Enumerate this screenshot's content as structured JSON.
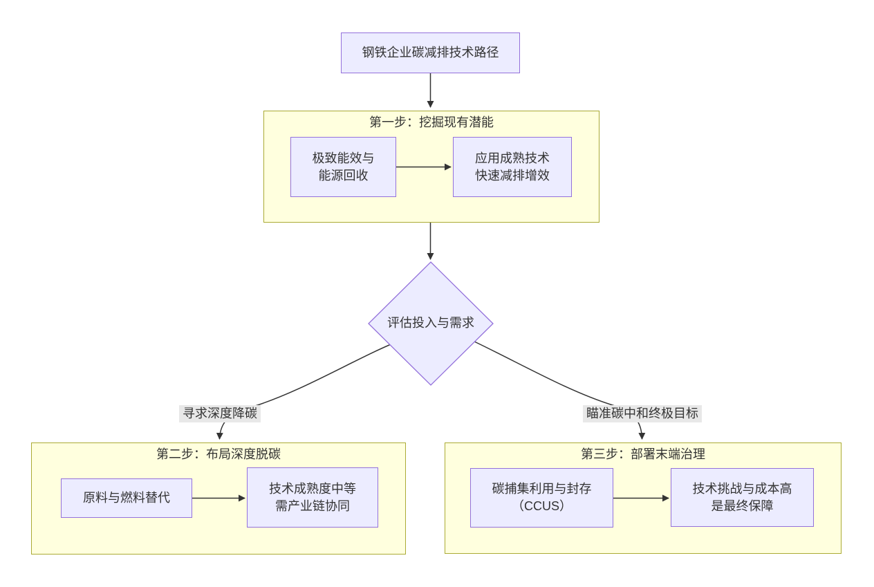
{
  "colors": {
    "node_fill": "#ECECFF",
    "node_border": "#9370DB",
    "cluster_fill": "#FFFFDE",
    "cluster_border": "#AAAA33",
    "edge": "#333333",
    "edge_label_bg": "#E8E8E8",
    "text": "#333333"
  },
  "root": {
    "label": "钢铁企业碳减排技术路径"
  },
  "decision": {
    "label": "评估投入与需求"
  },
  "branch_labels": {
    "left": "寻求深度降碳",
    "right": "瞄准碳中和终极目标"
  },
  "step1": {
    "title": "第一步：挖掘现有潜能",
    "node_a": {
      "line1": "极致能效与",
      "line2": "能源回收"
    },
    "node_b": {
      "line1": "应用成熟技术",
      "line2": "快速减排增效"
    }
  },
  "step2": {
    "title": "第二步：布局深度脱碳",
    "node_c": {
      "line1": "原料与燃料替代"
    },
    "node_d": {
      "line1": "技术成熟度中等",
      "line2": "需产业链协同"
    }
  },
  "step3": {
    "title": "第三步：部署末端治理",
    "node_e": {
      "line1": "碳捕集利用与封存",
      "line2": "（CCUS）"
    },
    "node_f": {
      "line1": "技术挑战与成本高",
      "line2": "是最终保障"
    }
  }
}
